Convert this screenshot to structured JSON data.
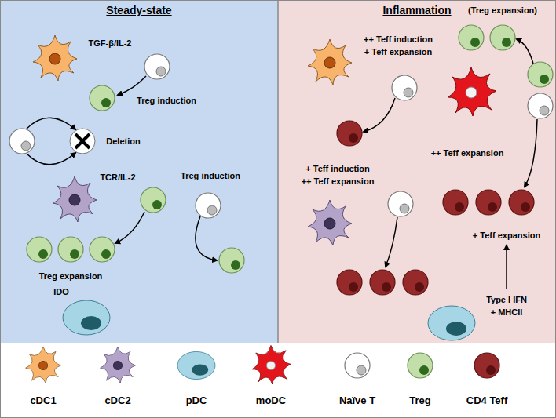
{
  "diagram": {
    "nodes": [
      {
        "text": [
          "Steady-state"
        ]
      },
      {
        "text": [
          "Inflammation"
        ]
      }
    ],
    "labels": [
      "TGF-β/IL-2",
      "Treg induction",
      "Deletion",
      "TCR/IL-2",
      "Treg induction",
      "Treg expansion",
      "IDO",
      "(Treg expansion)",
      "++ Teff induction",
      "+ Teff expansion",
      "++ Teff expansion",
      "+ Teff induction",
      "++ Teff expansion",
      "+ Teff expansion",
      "Type I IFN",
      "+ MHCII"
    ],
    "legend": [
      {
        "text": "cDC1"
      },
      {
        "text": "cDC2"
      },
      {
        "text": "pDC"
      },
      {
        "text": "moDC"
      },
      {
        "text": "Naïve T"
      },
      {
        "text": "Treg"
      },
      {
        "text": "CD4 Teff"
      }
    ]
  }
}
